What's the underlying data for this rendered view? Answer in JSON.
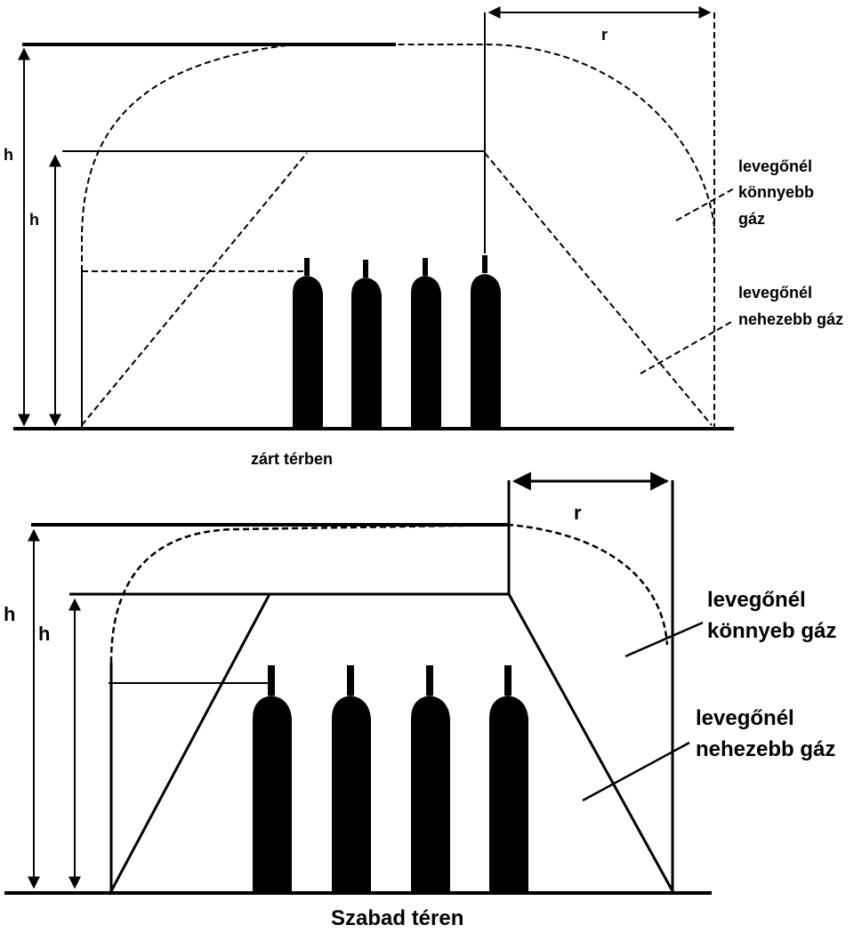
{
  "top_diagram": {
    "caption": "zárt térben",
    "height_label_outer": "h",
    "height_label_inner": "h",
    "radius_label": "r",
    "lighter_gas_label": [
      "levegőnél",
      "könnyebb",
      "gáz"
    ],
    "heavier_gas_label": [
      "levegőnél",
      "nehezebb gáz"
    ]
  },
  "bottom_diagram": {
    "caption": "Szabad téren",
    "height_label_outer": "h",
    "height_label_inner": "h",
    "radius_label": "r",
    "lighter_gas_label": [
      "levegőnél",
      "könnyeb gáz"
    ],
    "heavier_gas_label": [
      "levegőnél",
      "nehezebb gáz"
    ]
  }
}
